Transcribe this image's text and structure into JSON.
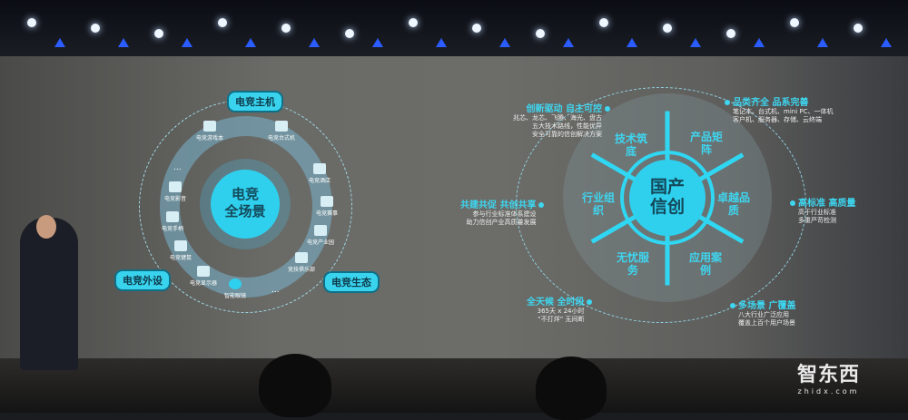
{
  "left_diagram": {
    "center": "电竞\n全场景",
    "center_line1": "电竞",
    "center_line2": "全场景",
    "tags": {
      "host": "电竞主机",
      "peripherals": "电竞外设",
      "ecosystem": "电竞生态"
    },
    "items": [
      "电竞游戏本",
      "电竞台式机",
      "电竞酒店",
      "电竞赛事",
      "电竞产业园",
      "竞技俱乐部",
      "智能眼镜",
      "电竞显示器",
      "电竞键鼠",
      "电竞手柄",
      "电竞影音"
    ],
    "ellipsis": "..."
  },
  "right_diagram": {
    "center_line1": "国产",
    "center_line2": "信创",
    "segments": [
      "技术筑底",
      "产品矩阵",
      "卓越品质",
      "应用案例",
      "无忧服务",
      "行业组织"
    ],
    "callouts": [
      {
        "title": "创新驱动 自主可控",
        "lines": [
          "兆芯、龙芯、飞腾、海光、盘古",
          "五大技术路线，性能优异",
          "安全可靠的信创解决方案"
        ]
      },
      {
        "title": "品类齐全 品系完善",
        "lines": [
          "笔记本、台式机、mini PC、一体机",
          "客户机、服务器、存储、云终端"
        ]
      },
      {
        "title": "高标准 高质量",
        "lines": [
          "高于行业标准",
          "多重严苛检测"
        ]
      },
      {
        "title": "多场景 广覆盖",
        "lines": [
          "八大行业广泛应用",
          "覆盖上百个用户场景"
        ]
      },
      {
        "title": "全天候 全时段",
        "lines": [
          "365天 x 24小时",
          "“不打烊” 无间断"
        ]
      },
      {
        "title": "共建共促 共创共享",
        "lines": [
          "参与行业标准体系建设",
          "助力信创产业高质量发展"
        ]
      }
    ],
    "accent": "#3ed6f0"
  },
  "watermark": {
    "brand": "智东西",
    "url": "zhidx.com"
  }
}
